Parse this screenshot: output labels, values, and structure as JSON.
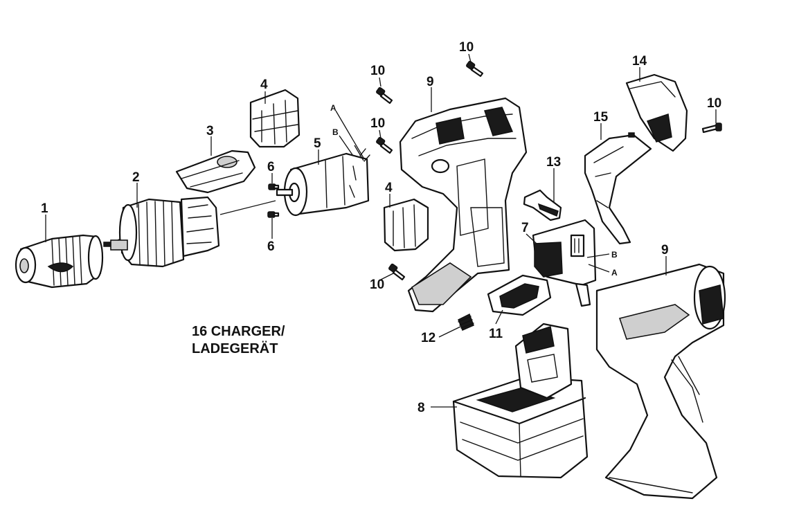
{
  "callouts": {
    "p1": "1",
    "p2": "2",
    "p3": "3",
    "p4a": "4",
    "p4b": "4",
    "p5": "5",
    "p6a": "6",
    "p6b": "6",
    "p7": "7",
    "p8": "8",
    "p9a": "9",
    "p9b": "9",
    "p10a": "10",
    "p10b": "10",
    "p10c": "10",
    "p10d": "10",
    "p10e": "10",
    "p11": "11",
    "p12": "12",
    "p13": "13",
    "p14": "14",
    "p15": "15"
  },
  "terminals": {
    "a1": "A",
    "b1": "B",
    "a2": "A",
    "b2": "B"
  },
  "charger_label": {
    "line1": "16 CHARGER/",
    "line2": "LADEGERÄT"
  }
}
